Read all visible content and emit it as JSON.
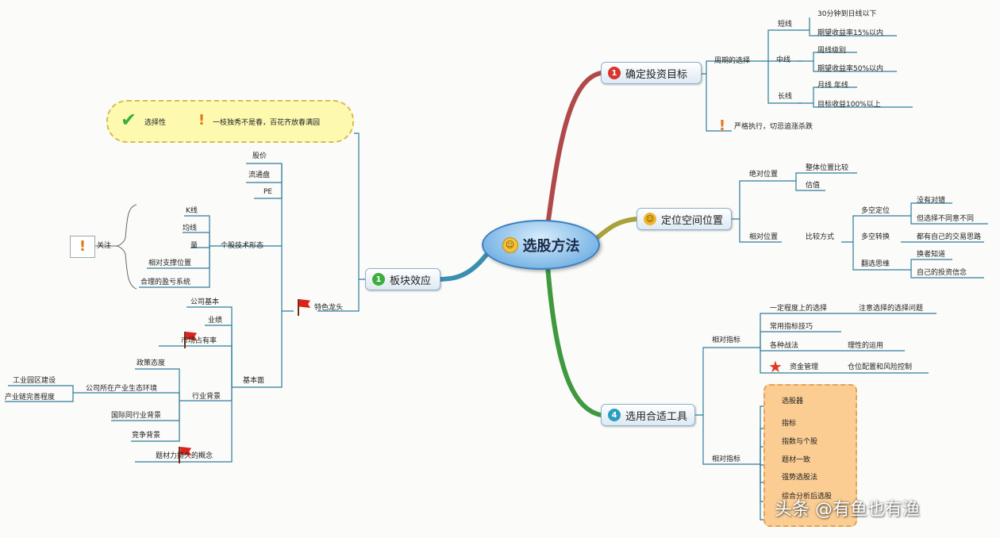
{
  "central": {
    "label": "选股方法"
  },
  "branch1": {
    "title": "确定投资目标",
    "ticker_label": "周期的选择",
    "short": {
      "label": "短线",
      "items": [
        "30分钟到日线以下",
        "期望收益率15%以内"
      ]
    },
    "mid": {
      "label": "中线",
      "items": [
        "周线级别",
        "期望收益率50%以内"
      ]
    },
    "long": {
      "label": "长线",
      "items": [
        "月线 年线",
        "目标收益100%以上"
      ]
    },
    "note": "严格执行，切忌追涨杀跌"
  },
  "branch2": {
    "title": "定位空间位置",
    "absolute": {
      "label": "绝对位置",
      "items": [
        "整体位置比较",
        "估值"
      ]
    },
    "relative": {
      "label": "相对位置",
      "compare": "比较方式",
      "multi_pos": {
        "label": "多空定位",
        "items": [
          "没有对错",
          "但选择不同意不同"
        ]
      },
      "multi_switch": {
        "label": "多空转换",
        "items": [
          "都有自己的交易思路"
        ]
      },
      "habit": {
        "label": "翻选思维",
        "items": [
          "换者知道",
          "自己的投资信念"
        ]
      }
    }
  },
  "branch3": {
    "title": "选用合适工具",
    "relative_tools": {
      "label": "相对指标",
      "items": [
        {
          "label": "一定程度上的选择",
          "note": "注意选择的选择问题"
        },
        {
          "label": "常用指标技巧"
        },
        {
          "label": "各种战法",
          "note": "理性的运用"
        },
        {
          "label": "资金管理",
          "note": "仓位配置和风险控制"
        }
      ]
    },
    "absolute_tools": {
      "label": "相对指标",
      "items": [
        "选股器",
        "指标",
        "指数与个股",
        "题材一致",
        "强势选股法",
        "综合分析后选股"
      ]
    }
  },
  "branch4": {
    "title": "板块效应",
    "cloud": {
      "left": "选择性",
      "right": "一枝独秀不是春，百花齐放春满园"
    },
    "focus_top": [
      "股价",
      "流通盘",
      "PE"
    ],
    "tech": {
      "label": "个股技术形态",
      "items": [
        "K线",
        "均线",
        "量",
        "相对支撑位置",
        "合理的盈亏系统"
      ]
    },
    "tech_note": "关注",
    "feature": "特色龙头",
    "fundamental": {
      "label": "基本面",
      "items": [
        "公司基本",
        "业绩",
        "市场占有率"
      ]
    },
    "industry": {
      "label": "行业背景",
      "policy": "政策态度",
      "ecosystem": "公司所在产业生态环境",
      "eco_items": [
        "工业园区建设",
        "产业链完善程度"
      ],
      "international": "国际同行业背景",
      "competition": "竞争背景"
    },
    "sustain": "题材力持久的概念"
  },
  "watermark": "头条 @有鱼也有渔",
  "colors": {
    "branch1": "#b04a4a",
    "branch2": "#a9a23c",
    "branch3": "#3f9a3f",
    "branch4": "#3a8fb0",
    "leaf_line": "#2f7d9a"
  }
}
